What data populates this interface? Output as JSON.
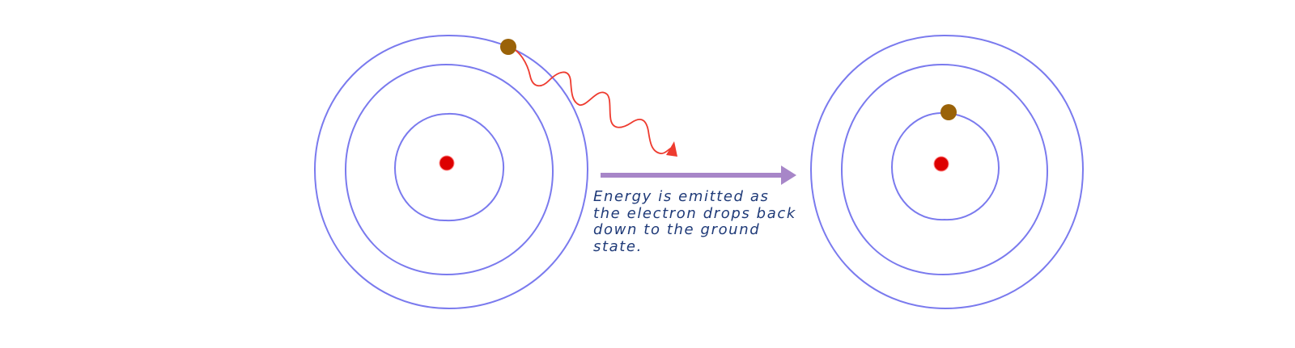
{
  "diagram": {
    "caption_lines": [
      "Energy is emitted as",
      "the electron drops back",
      "down to the ground",
      "state."
    ],
    "colors": {
      "orbit": "#7a7aee",
      "nucleus": "#dd0000",
      "electron": "#9a6208",
      "photon_wave": "#ee3b2f",
      "transition_arrow": "#a786c8",
      "caption_text": "#1f3a78"
    },
    "atoms": [
      {
        "state": "excited",
        "orbit_count": 3,
        "electron_orbit": 3
      },
      {
        "state": "ground",
        "orbit_count": 3,
        "electron_orbit": 1
      }
    ]
  }
}
